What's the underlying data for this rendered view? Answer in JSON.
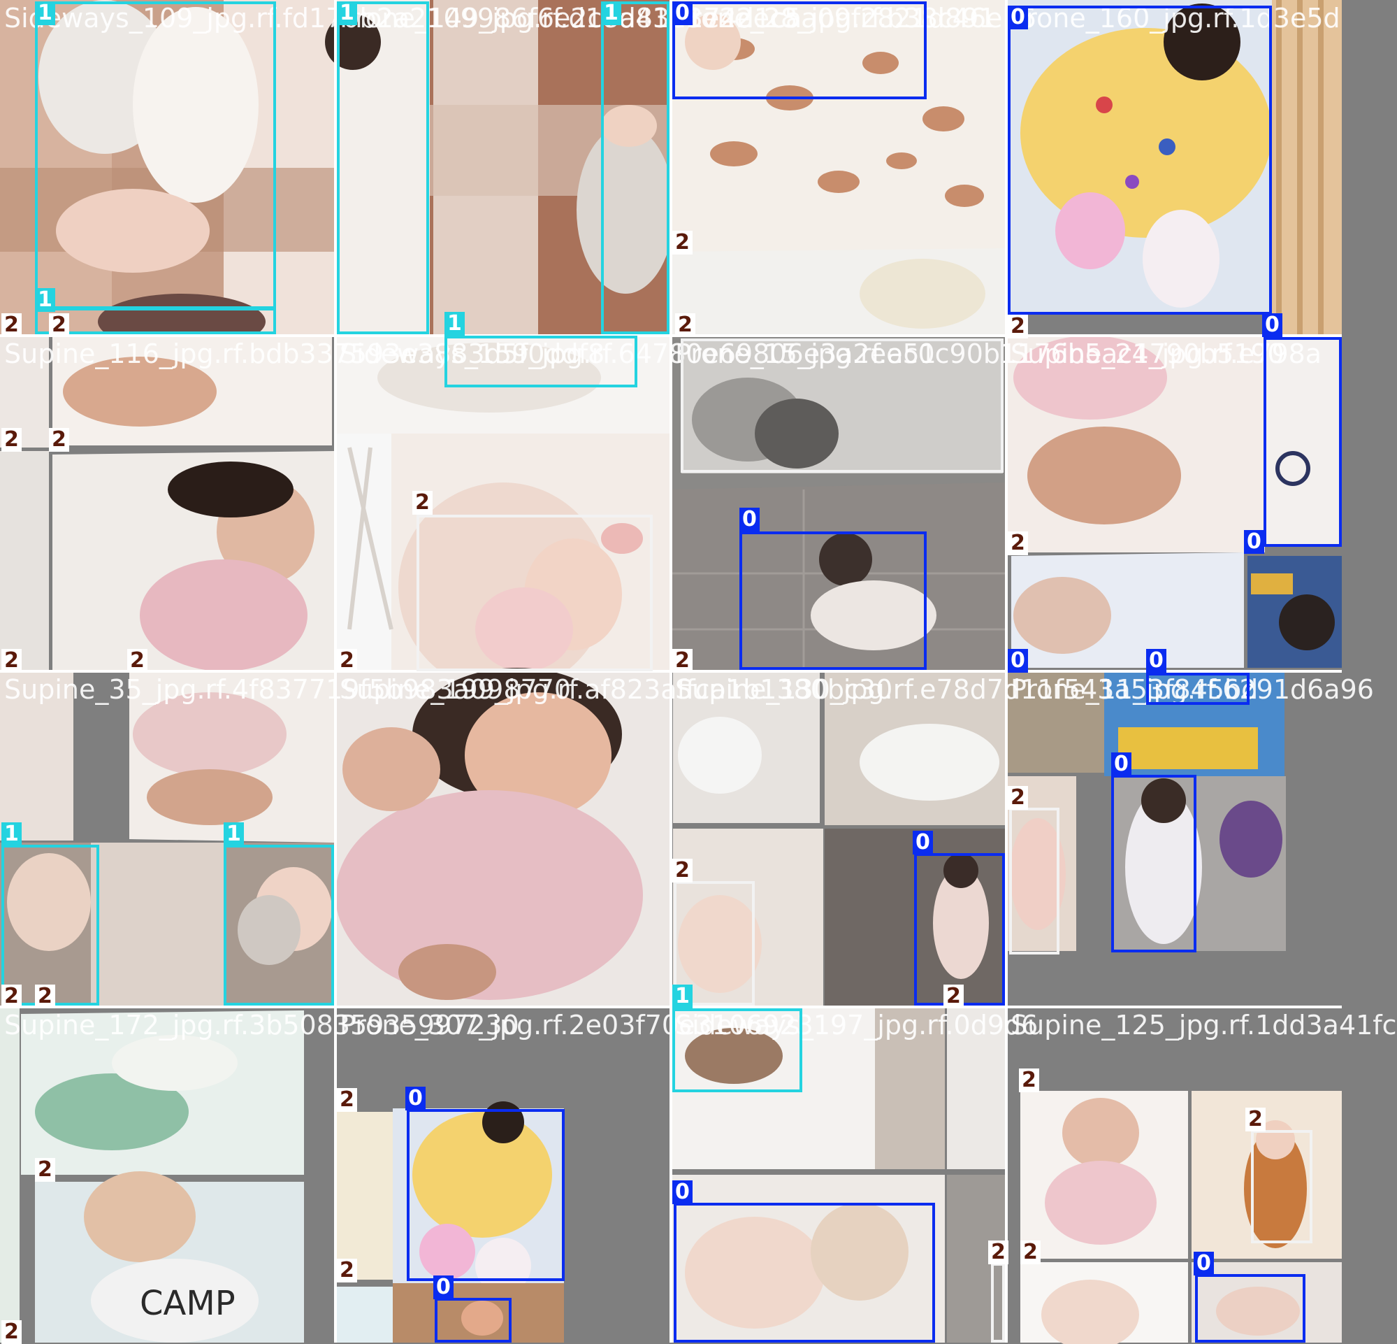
{
  "class_colors": {
    "0": "#0a2cf0",
    "1": "#24d3e0",
    "2": "#f2f2f2"
  },
  "tiles": [
    {
      "title": "Sideways_109_jpg.rf.fd170b2a2109986f6e2c7d836174d1ca"
    },
    {
      "title": "Prone_149_jpg.rf.d18a4113e22ec5a09f2821d891"
    },
    {
      "title": "Prone_28_jpg.rf.b38c46eb6"
    },
    {
      "title": "Prone_160_jpg.rf.1d3e5d"
    },
    {
      "title": "Supine_116_jpg.rf.bdb337593e3883d5f0ddf8"
    },
    {
      "title": "Sideways_159_jpg.rf.64780e69806e3a2ee51"
    },
    {
      "title": "Prone_15_jpg.rf.ac0c90b1176b5ac1790b5190"
    },
    {
      "title": "Supine_24_jpg.rf.e798a"
    },
    {
      "title": "Supine_35_jpg.rf.4f837719f5b983a098770"
    },
    {
      "title": "Supine_199_jpg.rf.af823affca1b1380bc30"
    },
    {
      "title": "Supine_130_jpg.rf.e78d7d11f543a53f845bd"
    },
    {
      "title": "Prone_11_jpg.rf.6291d6a96"
    },
    {
      "title": "Supine_172_jpg.rf.3b50835935997230"
    },
    {
      "title": "Prone_307_jpg.rf.2e03f70e3106923"
    },
    {
      "title": "Sideways_197_jpg.rf.0d9d6"
    },
    {
      "title": "Supine_125_jpg.rf.1dd3a41fc"
    }
  ],
  "labels": {
    "a0": "1",
    "a1": "1",
    "a2": "2",
    "a3": "2",
    "b0": "1",
    "b1": "1",
    "b2": "1",
    "c0": "0",
    "c1": "2",
    "c2": "2",
    "d0": "0",
    "d1": "2",
    "d2": "0",
    "e0": "2",
    "e1": "2",
    "e2": "2",
    "e3": "2",
    "f0": "2",
    "f1": "2",
    "g0": "0",
    "g1": "2",
    "h0": "2",
    "h1": "0",
    "h2": "0",
    "h3": "0",
    "i0": "1",
    "i1": "1",
    "i2": "2",
    "i3": "2",
    "k0": "2",
    "k1": "0",
    "k2": "1",
    "k3": "2",
    "l0": "2",
    "l1": "0",
    "m0": "2",
    "m1": "2",
    "n0": "2",
    "n1": "0",
    "n2": "2",
    "n3": "0",
    "o0": "0",
    "o1": "2",
    "p0": "2",
    "p1": "2",
    "p2": "2",
    "p3": "0"
  }
}
